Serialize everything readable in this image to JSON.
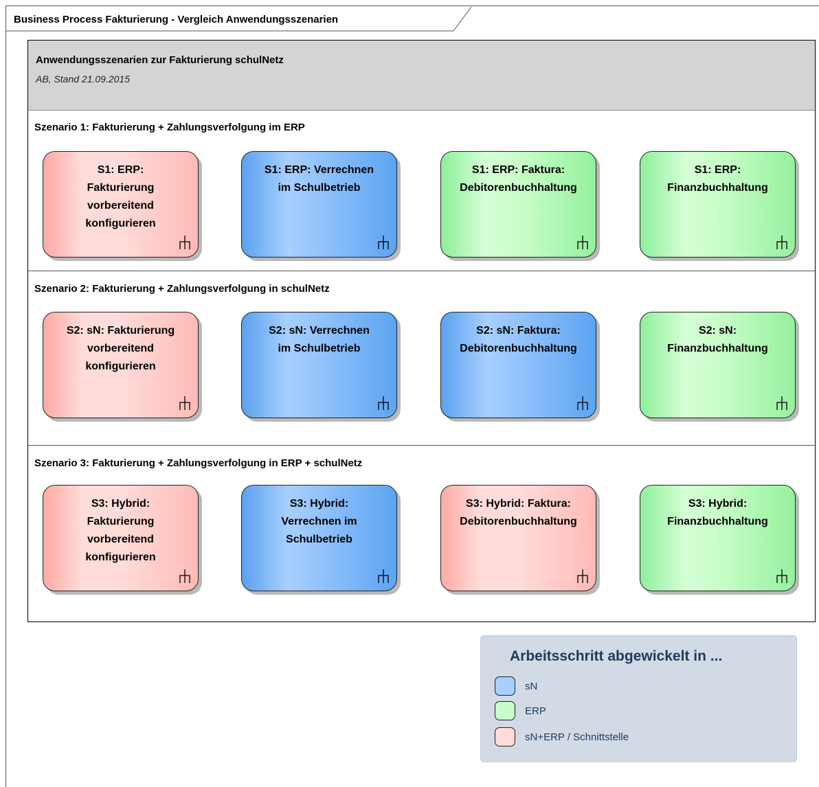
{
  "frame": {
    "title": "Business Process Fakturierung - Vergleich Anwendungsszenarien"
  },
  "header": {
    "title": "Anwendungsszenarien zur Fakturierung schulNetz",
    "subtitle": "AB, Stand 21.09.2015"
  },
  "scenarios": [
    {
      "title": "Szenario 1: Fakturierung + Zahlungsverfolgung im ERP",
      "processes": [
        {
          "label": "S1: ERP:\nFakturierung\nvorbereitend\nkonfigurieren",
          "color": "red"
        },
        {
          "label": "S1: ERP: Verrechnen\nim Schulbetrieb",
          "color": "blue"
        },
        {
          "label": "S1: ERP: Faktura:\nDebitorenbuchhaltung",
          "color": "green"
        },
        {
          "label": "S1: ERP:\nFinanzbuchhaltung",
          "color": "green"
        }
      ]
    },
    {
      "title": "Szenario 2: Fakturierung + Zahlungsverfolgung in schulNetz",
      "processes": [
        {
          "label": "S2: sN: Fakturierung\nvorbereitend\nkonfigurieren",
          "color": "red"
        },
        {
          "label": "S2: sN: Verrechnen\nim Schulbetrieb",
          "color": "blue"
        },
        {
          "label": "S2: sN: Faktura:\nDebitorenbuchhaltung",
          "color": "blue"
        },
        {
          "label": "S2: sN:\nFinanzbuchhaltung",
          "color": "green"
        }
      ]
    },
    {
      "title": "Szenario 3: Fakturierung + Zahlungsverfolgung in ERP + schulNetz",
      "processes": [
        {
          "label": "S3: Hybrid:\nFakturierung\nvorbereitend\nkonfigurieren",
          "color": "red"
        },
        {
          "label": "S3: Hybrid:\nVerrechnen im\nSchulbetrieb",
          "color": "blue"
        },
        {
          "label": "S3: Hybrid: Faktura:\nDebitorenbuchhaltung",
          "color": "red"
        },
        {
          "label": "S3: Hybrid:\nFinanzbuchhaltung",
          "color": "green"
        }
      ]
    }
  ],
  "legend": {
    "title": "Arbeitsschritt abgewickelt in ...",
    "items": [
      {
        "label": "sN",
        "color": "#a8cffd"
      },
      {
        "label": "ERP",
        "color": "#c8fcc8"
      },
      {
        "label": "sN+ERP / Schnittstelle",
        "color": "#ffdcda"
      }
    ]
  },
  "icons": {
    "process": "process-fork-icon"
  }
}
